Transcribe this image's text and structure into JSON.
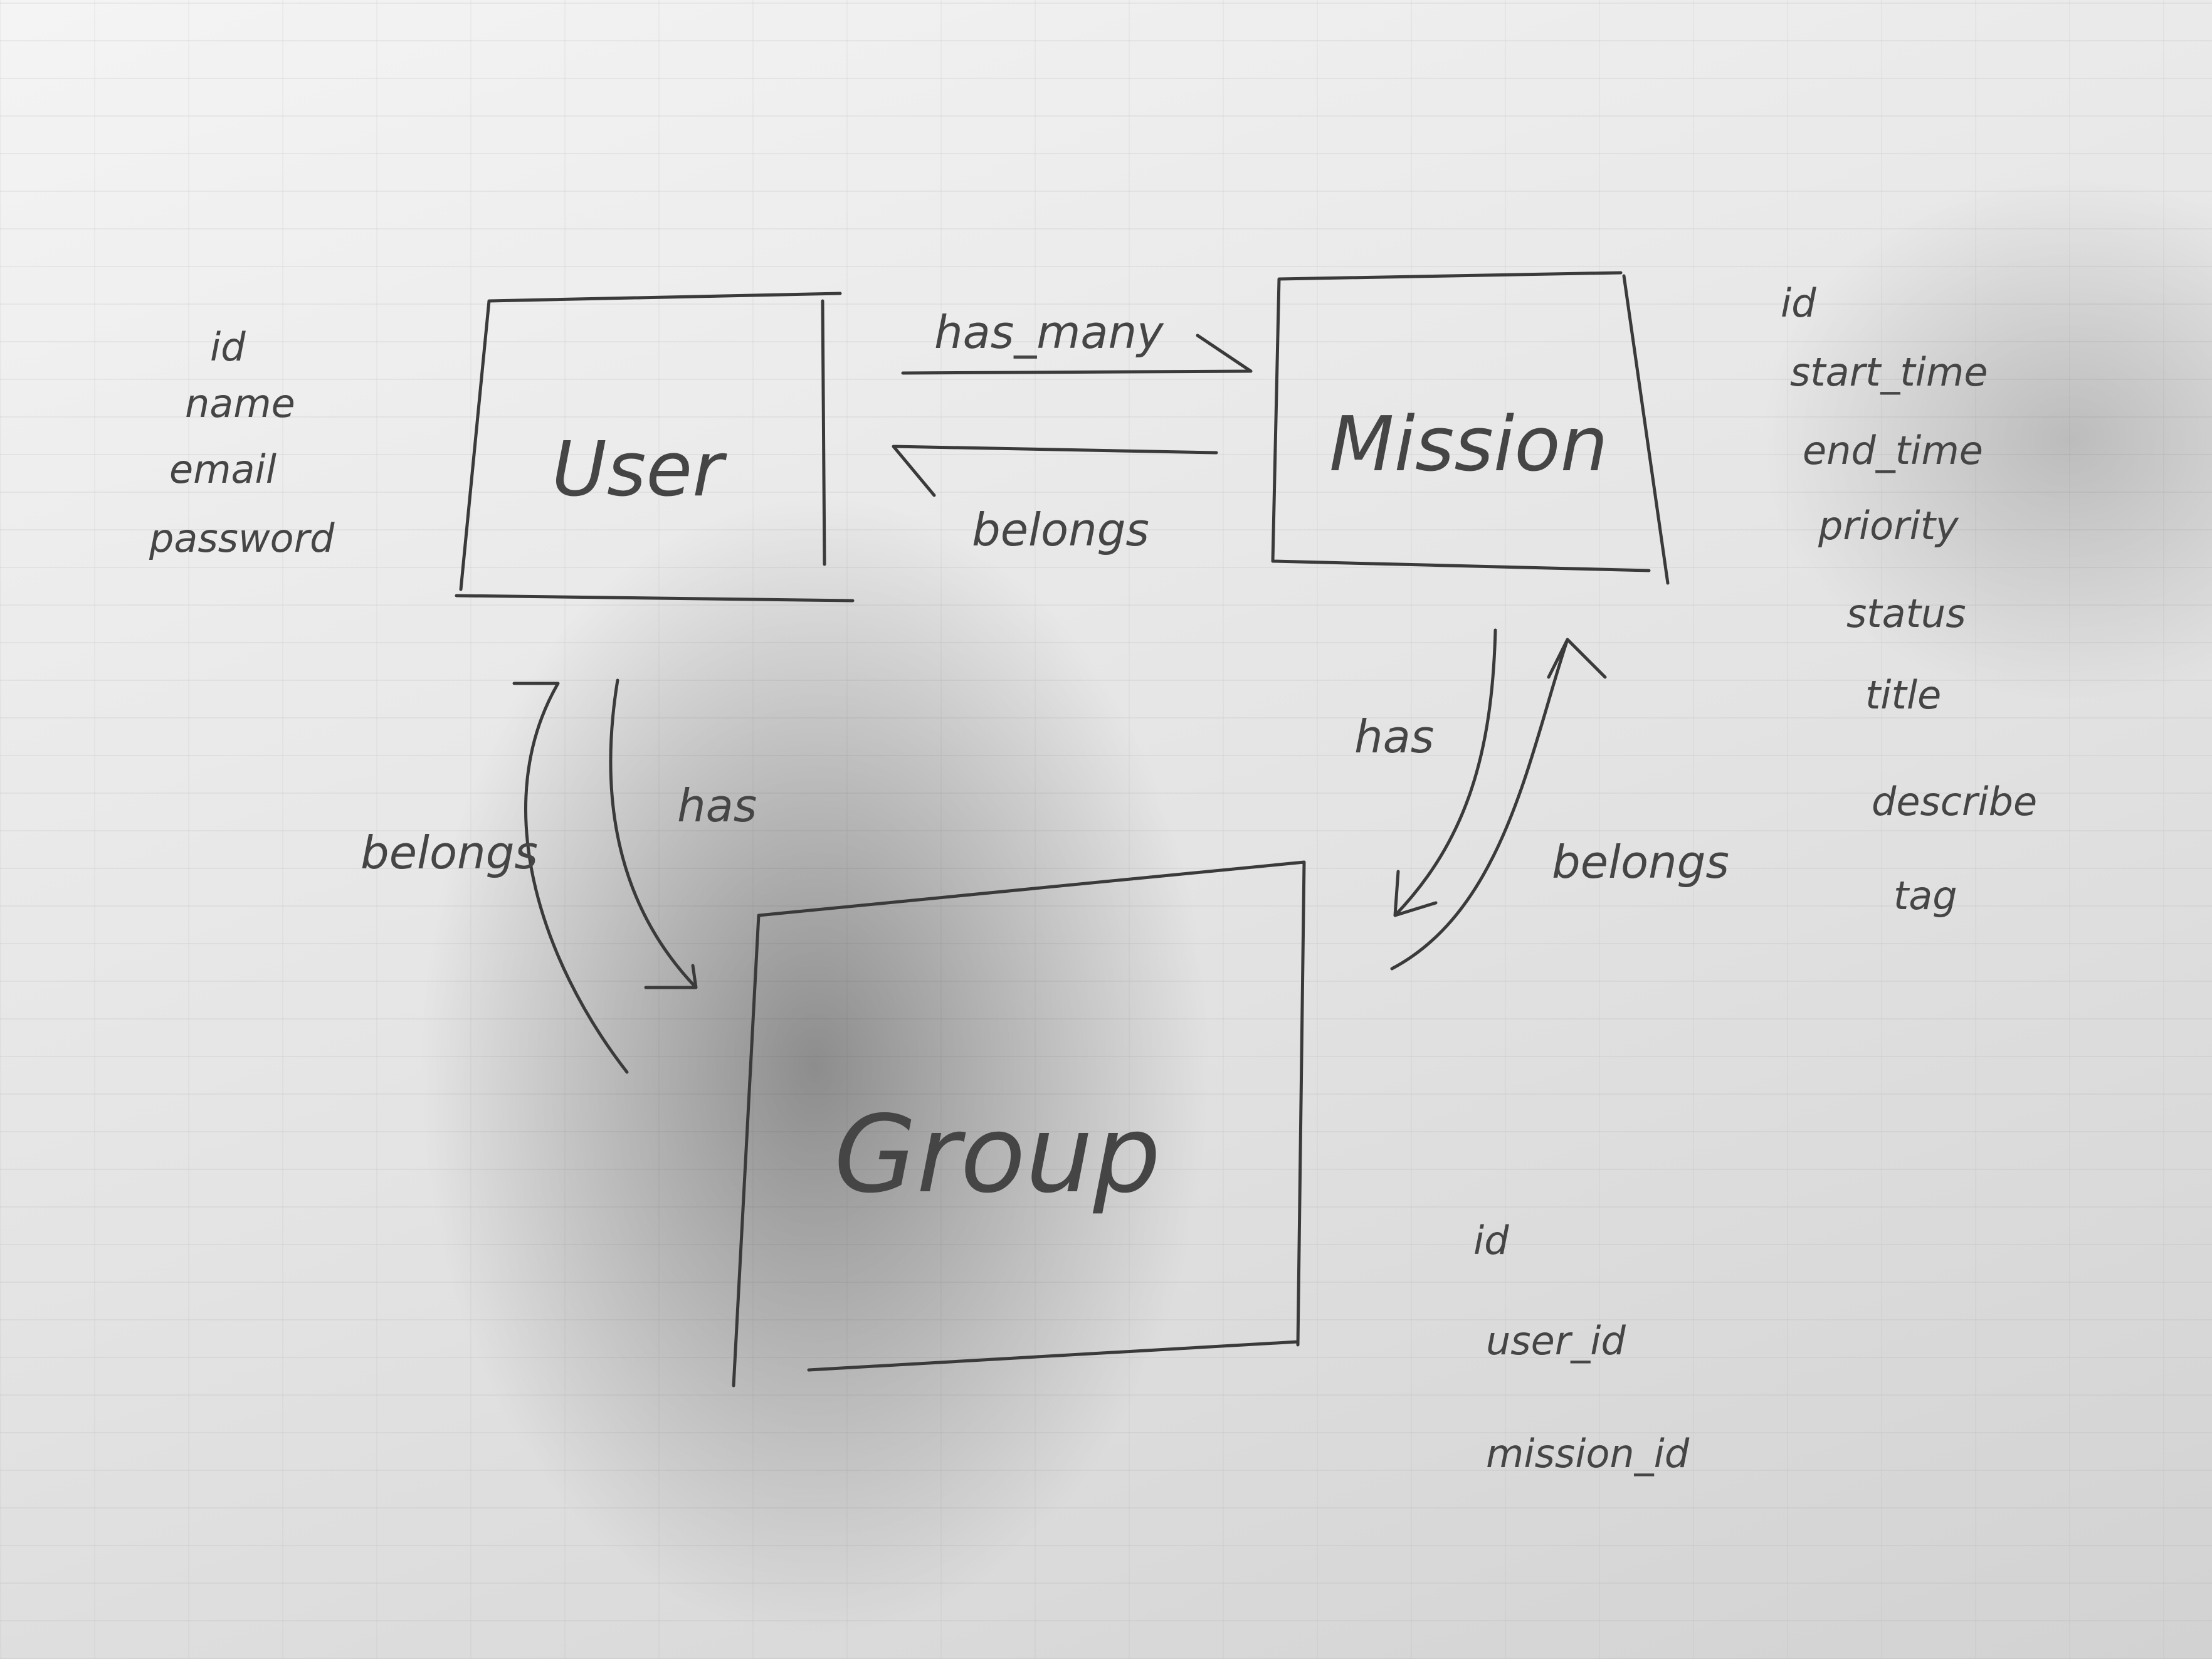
{
  "entities": {
    "user": {
      "label": "User",
      "fields": [
        "id",
        "name",
        "email",
        "password"
      ]
    },
    "mission": {
      "label": "Mission",
      "fields": [
        "id",
        "start_time",
        "end_time",
        "priority",
        "status",
        "title",
        "describe",
        "tag"
      ]
    },
    "group": {
      "label": "Group",
      "fields": [
        "id",
        "user_id",
        "mission_id"
      ]
    }
  },
  "relations": {
    "user_mission": "has_many",
    "mission_user": "belongs",
    "user_group_belongs": "belongs",
    "user_group_has": "has",
    "mission_group_has": "has",
    "mission_group_belongs": "belongs"
  },
  "colors": {
    "ink": "#3a3a3a",
    "paper": "#e8e8e8"
  }
}
